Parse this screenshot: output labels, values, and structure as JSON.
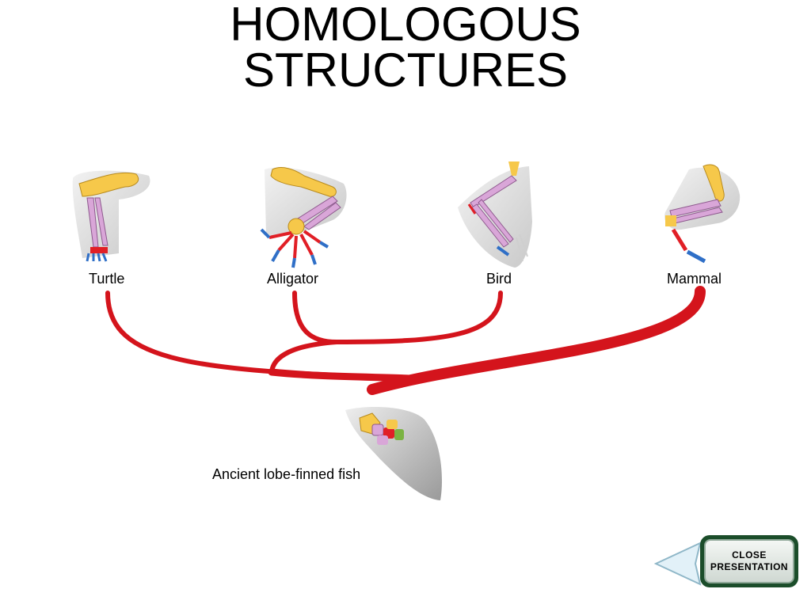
{
  "title": {
    "line1": "HOMOLOGOUS",
    "line2": "STRUCTURES"
  },
  "labels": {
    "turtle": "Turtle",
    "alligator": "Alligator",
    "bird": "Bird",
    "mammal": "Mammal",
    "fish": "Ancient lobe-finned fish"
  },
  "buttons": {
    "close_line1": "CLOSE",
    "close_line2": "PRESENTATION"
  },
  "colors": {
    "branch": "#d4141c",
    "humerus": "#f6c84a",
    "radius_ulna": "#d9a6d8",
    "carpals": "#e11f26",
    "digits": "#2f6fc7",
    "button_frame": "#1b4d2a"
  }
}
